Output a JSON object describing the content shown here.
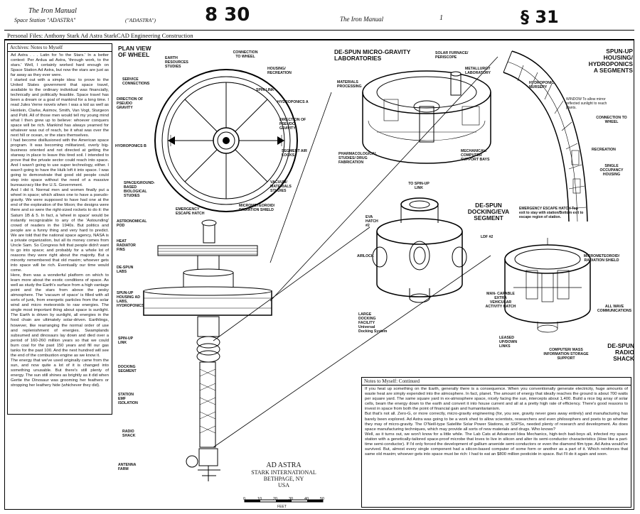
{
  "top": {
    "left_hand_1": "The Iron Manual",
    "left_hand_2": "Space Station \"ADASTRA\"",
    "left_hand_3": "(\"ADASTRA\")",
    "page_left": "8 30",
    "center_hand": "The Iron Manual",
    "center_num": "1",
    "page_right": "§ 31"
  },
  "header_bar": "Personal Files: Anthony Stark  Ad Astra  StarkCAD Engineering Construction",
  "notes_left": {
    "title": "Archives: Notes to Myself",
    "paragraphs": [
      "Ad Astra . . . Latin for 'to the Stars.' In a better context: Per Ardua ad Astra, 'through work, to the stars.' Well, I certainly worked hard enough on Space Station Ad Astra, but now the stars are just as far away as they ever were.",
      "I started out with a simple idea: to prove to the United States government that space travel, available to the ordinary individual was financially, technically and politically feasible. Space travel has been a dream or a goal of mankind for a long time. I read Jules Verne novels when I was a kid as well as Heinlein, Clarke, Asimov, Smith, Van Vogt, Sturgeon and Pohl. All of those men would tell my young mind what I then grew up to believe: whoever conquers space will be rich. Mankind has always yearned for whatever was out of reach, be it what was over the next hill or ocean, or the stars themselves.",
      "I had become disillusioned with the American space program. It was becoming militarized, overly big-business oriented and not directed at getting the starway in place to leave this tired soil. I intended to prove that the private sector could reach into space. And I wasn't going to use super technology, either. I wasn't going to have the Hulk loft it into space. I was going to demonstrate that good old people could step into space without the need of a massive bureaucracy like the U.S. Government.",
      "And I did it. Normal men and women finally put a wheel in space; which allows one to have a pseudo-gravity. We were supposed to have had one at the end of the exploration of the Moon; the designs were there and so were the right-sized rockets to do it: the Saturn 1B & 5. In fact, a 'wheel in space' would be instantly recognizable to any of the 'Astounding' crowd of readers in the 1940s. But politics and people are a funny thing and very hard to predict. We are told that the national space agency, NASA is a private organization, but all its money comes from Uncle Sam. So Congress felt that people didn't want to go into space; and probably for a whole lot of reasons they were right about the majority. But a minority remembered that old maxim; whoever gets into space will be rich. Eventually our time would come.",
      "Here, then was a wonderful platform on which to learn more about the exotic conditions of space. As well as study the Earth's surface from a high vantage point and the stars from above the pesky atmosphere. The 'vacuum of space' is filled with all sorts of junk, from energetic particles from the solar wind and micro meteoroids to raw energies. The single most important thing about space is sunlight. The Earth is driven by sunlight, all energies in the food chain are ultimately solar-driven. Earthlings, however, like rearranging the normal order of use and replenishment of energies. Swamplands subsumed and dinosaurs lay down and died over a period of 160-260 million years so that we could burn coal for the past 150 years and fill our gas tanks for the past 100. And the next hundred will see the end of the combustion engine as we know it.",
      "The energy that we've used originally came from the sun, and now quite a lot of it is changed into something unusable. But there's still plenty of energy. The sun still shines as brightly as it did when Gertie the Dinosaur was grooming her feathers or stropping her leathery hide (whichever they did)."
    ]
  },
  "diagram_titles": {
    "plan_view": "PLAN VIEW OF WHEEL",
    "micro_gravity": "DE-SPUN MICRO-GRAVITY LABORATORIES",
    "spun_up": "SPUN-UP HOUSING/ HYDROPONICS A SEGMENTS",
    "docking": "DE-SPUN DOCKING/EVA SEGMENT",
    "radio_shack": "DE-SPUN RADIO SHACK"
  },
  "wheel_labels": {
    "earth_resources": "EARTH RESOURCES STUDIES",
    "connection": "CONNECTION TO WHEEL",
    "housing": "HOUSING/ RECREATION",
    "service": "SERVICE CONNECTIONS",
    "spin_link": "SPIN LINK",
    "hydroponics_a": "HYDROPONICS A",
    "direction_left": "DIRECTION OF PSEUDO GRAVITY",
    "direction_right": "DIRECTION OF PSEUDO GRAVITY",
    "hydroponics_b": "HYDROPONICS B",
    "segment_airlocks": "SEGMENT AIR LOCKS",
    "space_ground": "SPACE/GROUND- BASED BIOLOGICAL STUDIES",
    "vacuum": "VACUUM/ MATERIALS STUDIES",
    "emergency": "EMERGENCY ESCAPE HATCH",
    "micrometeoroid": "MICROMETEOROID/ RADIATION SHIELD"
  },
  "stack_labels": {
    "astronomical": "ASTRONOMICAL POD",
    "heat": "HEAT RADIATOR FINS",
    "despun_labs": "DE-SPUN LABS",
    "spunup": "SPUN-UP HOUSING AD LABS, HYDROPONICS",
    "spin_up": "SPIN-UP LINK",
    "docking": "DOCKING SEGMENT",
    "station_emf": "STATION EMF ISOLATION",
    "radio": "RADIO SHACK",
    "antenna": "ANTENNA FARM"
  },
  "lab_labels": {
    "solar_furnace": "SOLAR FURNACE/ PERISCOPE",
    "metallurgy": "METALLURGY LABORATORY",
    "materials": "MATERIALS PROCESSING",
    "pharma": "PHARMACOLOGICAL STUDIES/ DRUG FABRICATION",
    "mechanical": "MECHANICAL/ COMPUTER SUPPORT BAYS"
  },
  "spun_labels": {
    "hydroponic_nursery": "HYDROPONIC NURSERY",
    "window": "WINDOW To allow mirror reflected sunlight to reach plants.",
    "connection": "CONNECTION TO WHEEL",
    "recreation": "RECREATION",
    "single_occupancy": "SINGLE OCCUPANCY HOUSING",
    "emergency": "EMERGENCY ESCAPE HATCH Top exit to stay with station/Bottom exit to escape region of station."
  },
  "dock_labels": {
    "to_spin_up": "TO SPIN-UP LINK",
    "eva_hatch": "EVA HATCH #2",
    "ldf": "LDF #2",
    "airlock": "AIRLOCK",
    "man_capable": "MAN- CAPABLE EXTRA VEHICULAR ACTIVITY HATCH",
    "large_docking": "LARGE DOCKING FACILITY Universal Docking System"
  },
  "radio_labels": {
    "micrometeoroid": "MICROMETEOROID/ RADIATION SHIELD",
    "all_wave": "ALL WAVE COMMUNICATIONS",
    "leased": "LEASED UP/DOWN LINKS",
    "computer": "COMPUTER/ MASS INFORMATION STORAGE SUPPORT"
  },
  "footer": {
    "name": "AD ASTRA",
    "line1": "STARK INTERNATIONAL",
    "line2": "BETHPAGE, NY",
    "line3": "USA",
    "scale_ticks": [
      "0",
      "10",
      "20",
      "30",
      "40",
      "50"
    ],
    "scale_unit": "FEET"
  },
  "notes_right": {
    "title": "Notes to Myself: Continued",
    "paragraphs": [
      "If you heat up something on the Earth, generally there is a consequence. When you conventionally generate electricity, huge amounts of waste heat are simply expended into the atmosphere. In fact, planet. The amount of energy that ideally reaches the ground is about 700 watts per square yard. The same square yard in ex-atmosphere space, nicely facing the sun, intercepts about 1,400. Build a nice big array of solar cells, beam the energy down to the earth and convert it into house current and all at a pretty high rate of efficiency. There's good reasons to invest in space from both the point of financial gain and humanitarianism.",
      "But that's not all. Zero-G, or more correctly, micro-gravity engineering (for, you see, gravity never goes away entirely) and manufacturing has barely been explored. Ad Astra was going to be a work shed to allow scientists, researchers and even philosophers and poets to go whether they may of micro-gravity. The O'Neill-type Satellite Solar Power Stations, or SSPSs, needed plenty of research and development. As does space manufacturing techniques, which may provide all sorts of new materials and drugs. Who knows?",
      "Well, as it turns out, we won't know for a little while. The Lab Cats at Advanced Idea Mechanics, high-tech bad-boys all, infected my space station with a genetically-tailored space-proof microbe that loves to live in silicon and alter its semi-conductor characteristics (How like a part-time semi-conductor). If I'd only forced the development of gallium arsenide semi-conductors or even the diamond film type. Ad Astra would've survived. But, almost every single component had a silicon-based computer of some form or another as a part of it. Which reinforces that same old maxim; whoever gets into space must be rich: I had to eat an $800 million pesticide in space. But I'll do it again and soon."
    ]
  }
}
